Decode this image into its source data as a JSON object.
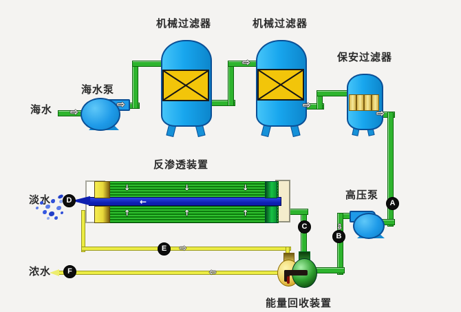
{
  "labels": {
    "seawater": "海水",
    "seawater_pump": "海水泵",
    "mech_filter_1": "机械过滤器",
    "mech_filter_2": "机械过滤器",
    "security_filter": "保安过滤器",
    "ro_unit": "反渗透装置",
    "hp_pump": "高压泵",
    "energy_recovery": "能量回收装置",
    "fresh_water": "淡水",
    "brine": "浓水"
  },
  "markers": {
    "a": "A",
    "b": "B",
    "c": "C",
    "d": "D",
    "e": "E",
    "f": "F"
  },
  "icons": {
    "flow_right": "⇨",
    "flow_left": "⇦",
    "flow_down": "⇩",
    "membrane_down": "↓",
    "membrane_up": "↑",
    "permeate_left": "←"
  },
  "colors": {
    "background": "#f4f3f1",
    "pipe_green": "#2eb42e",
    "pipe_yellow": "#ecec44",
    "vessel_blue": "#18a6ee",
    "filter_media_yellow": "#f2c50a",
    "cartridge_cream": "#f7ea9b",
    "membrane_green": "#2fbf2f",
    "permeate_blue": "#0d1fb0",
    "flask_yellow": "#eed060",
    "flask_green": "#2e9e2e",
    "marker_black": "#0d0d0d"
  }
}
